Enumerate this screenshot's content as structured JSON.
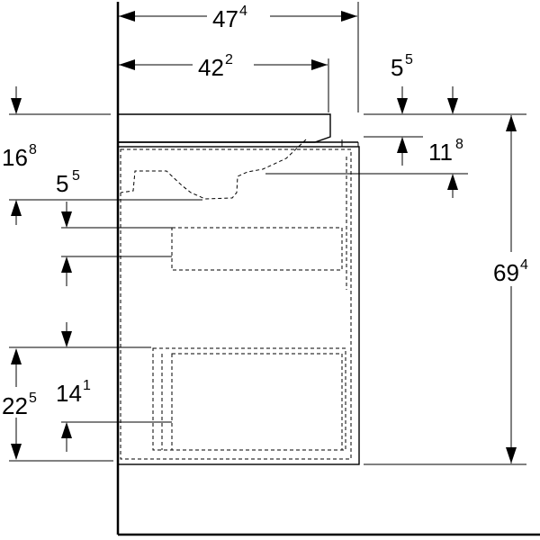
{
  "dimensions": {
    "overall_width": {
      "main": "47",
      "sup": "4"
    },
    "basin_width": {
      "main": "42",
      "sup": "2"
    },
    "right_thickness": {
      "main": "5",
      "sup": "5"
    },
    "top_to_cabinet": {
      "main": "16",
      "sup": "8"
    },
    "cabinet_gap": {
      "main": "11",
      "sup": "8"
    },
    "left_thickness": {
      "main": "5",
      "sup": "5"
    },
    "overall_height": {
      "main": "69",
      "sup": "4"
    },
    "bottom_height": {
      "main": "22",
      "sup": "5"
    },
    "drawer_height": {
      "main": "14",
      "sup": "1"
    }
  }
}
